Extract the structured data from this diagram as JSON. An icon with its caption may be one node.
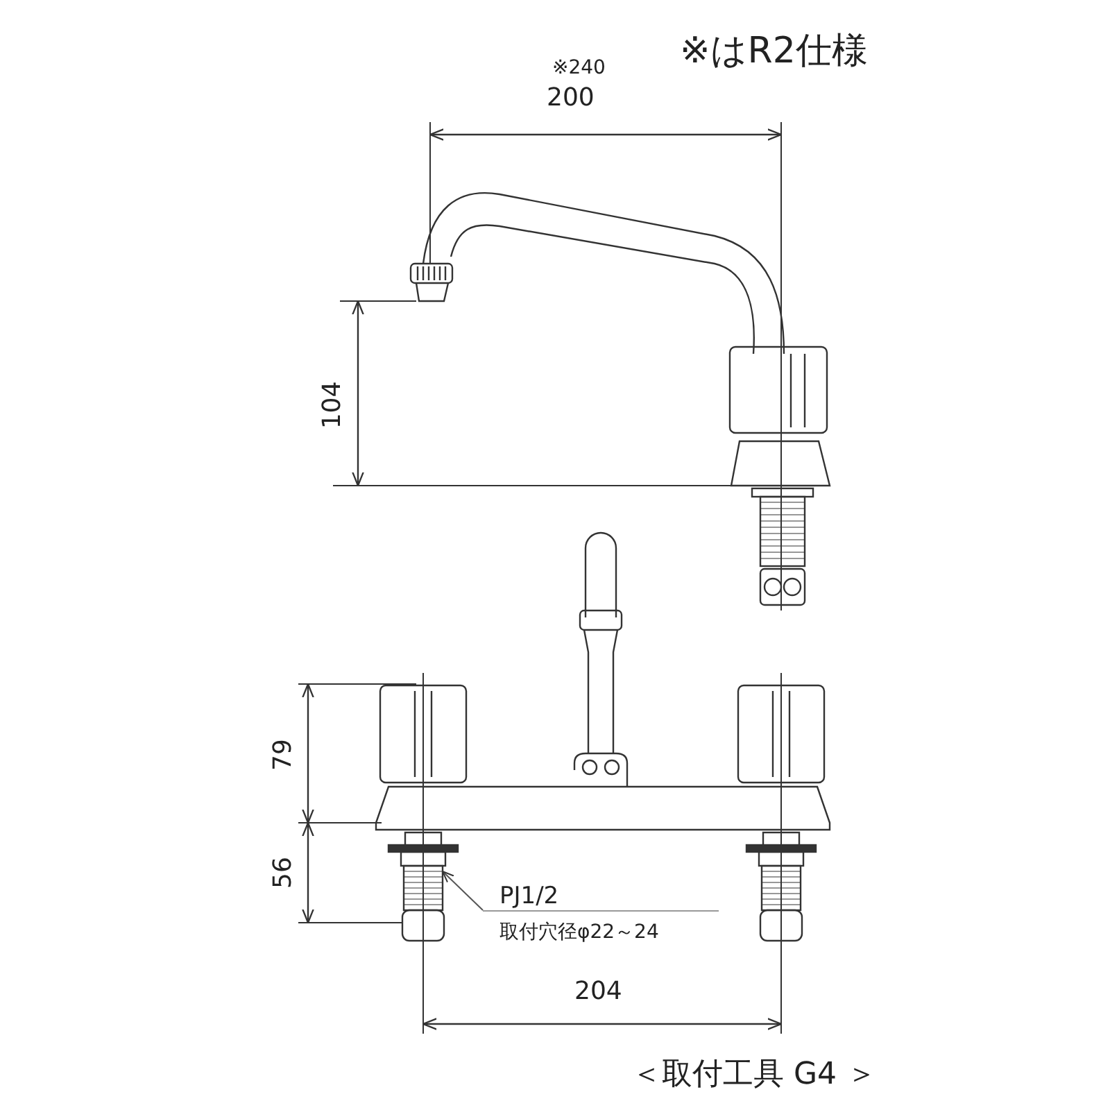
{
  "diagram": {
    "nodes": [
      {
        "text": [
          "PJ1/2",
          "取付穴径φ22～24"
        ]
      },
      {
        "text": [],
        "shape": "picture"
      }
    ],
    "edges": [
      {
        "from": 0,
        "to": 1,
        "arrow": "to"
      }
    ],
    "labels": [
      "※はR2仕様",
      "※240",
      "200",
      "104",
      "79",
      "56",
      "204",
      "＜取付工具 G4 ＞"
    ]
  }
}
